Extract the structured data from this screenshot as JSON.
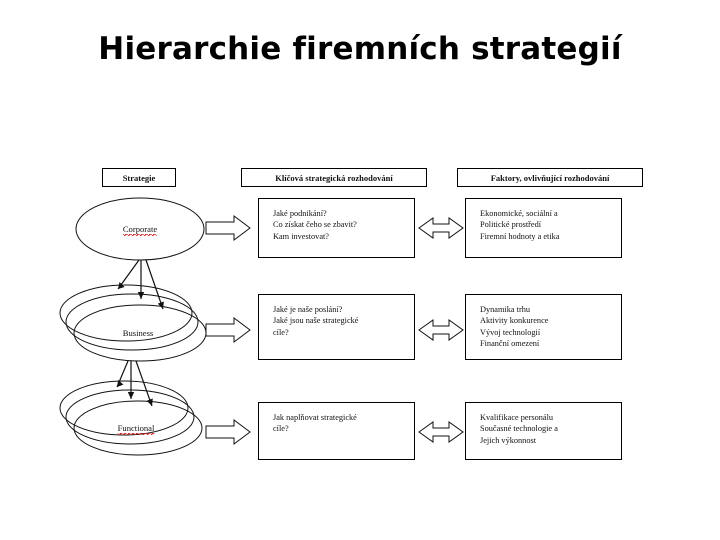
{
  "slide": {
    "title": "Hierarchie firemních strategií",
    "background_color": "#ffffff",
    "ink_color": "#000000",
    "spellcheck_underline_color": "#d01010"
  },
  "diagram": {
    "type": "hierarchy-matrix",
    "column_headers": [
      {
        "id": "strategie",
        "label": "Strategie"
      },
      {
        "id": "rozhodovani",
        "label": "Klíčová strategická rozhodování"
      },
      {
        "id": "faktory",
        "label": "Faktory, ovlivňující rozhodování"
      }
    ],
    "levels": [
      {
        "id": "corporate",
        "ellipse_label": "Corporate",
        "ellipse_count": 1,
        "misspelled": true,
        "decisions": [
          "Jaké podnikání?",
          "Co získat čeho se zbavit?",
          "Kam investovat?"
        ],
        "factors": [
          "Ekonomické, sociální a",
          "Politické prostředí",
          "Firemní hodnoty a etika"
        ]
      },
      {
        "id": "business",
        "ellipse_label": "Business",
        "ellipse_count": 3,
        "misspelled": false,
        "decisions": [
          "Jaké je naše poslání?",
          "Jaké jsou naše strategické",
          "cíle?"
        ],
        "factors": [
          "Dynamika trhu",
          "Aktivity konkurence",
          "Vývoj technologií",
          "Finanční omezení"
        ]
      },
      {
        "id": "functional",
        "ellipse_label": "Functional",
        "ellipse_count": 3,
        "misspelled": true,
        "decisions": [
          "Jak naplňovat strategické",
          "cíle?"
        ],
        "factors": [
          "Kvalifikace personálu",
          "Současné technologie a",
          "Jejich výkonnost"
        ]
      }
    ],
    "connectors": {
      "strategy_to_decision": "hollow-right-block-arrow",
      "decision_to_factor": "hollow-double-headed-arrow",
      "level_to_level": "thin-down-arrows"
    }
  }
}
